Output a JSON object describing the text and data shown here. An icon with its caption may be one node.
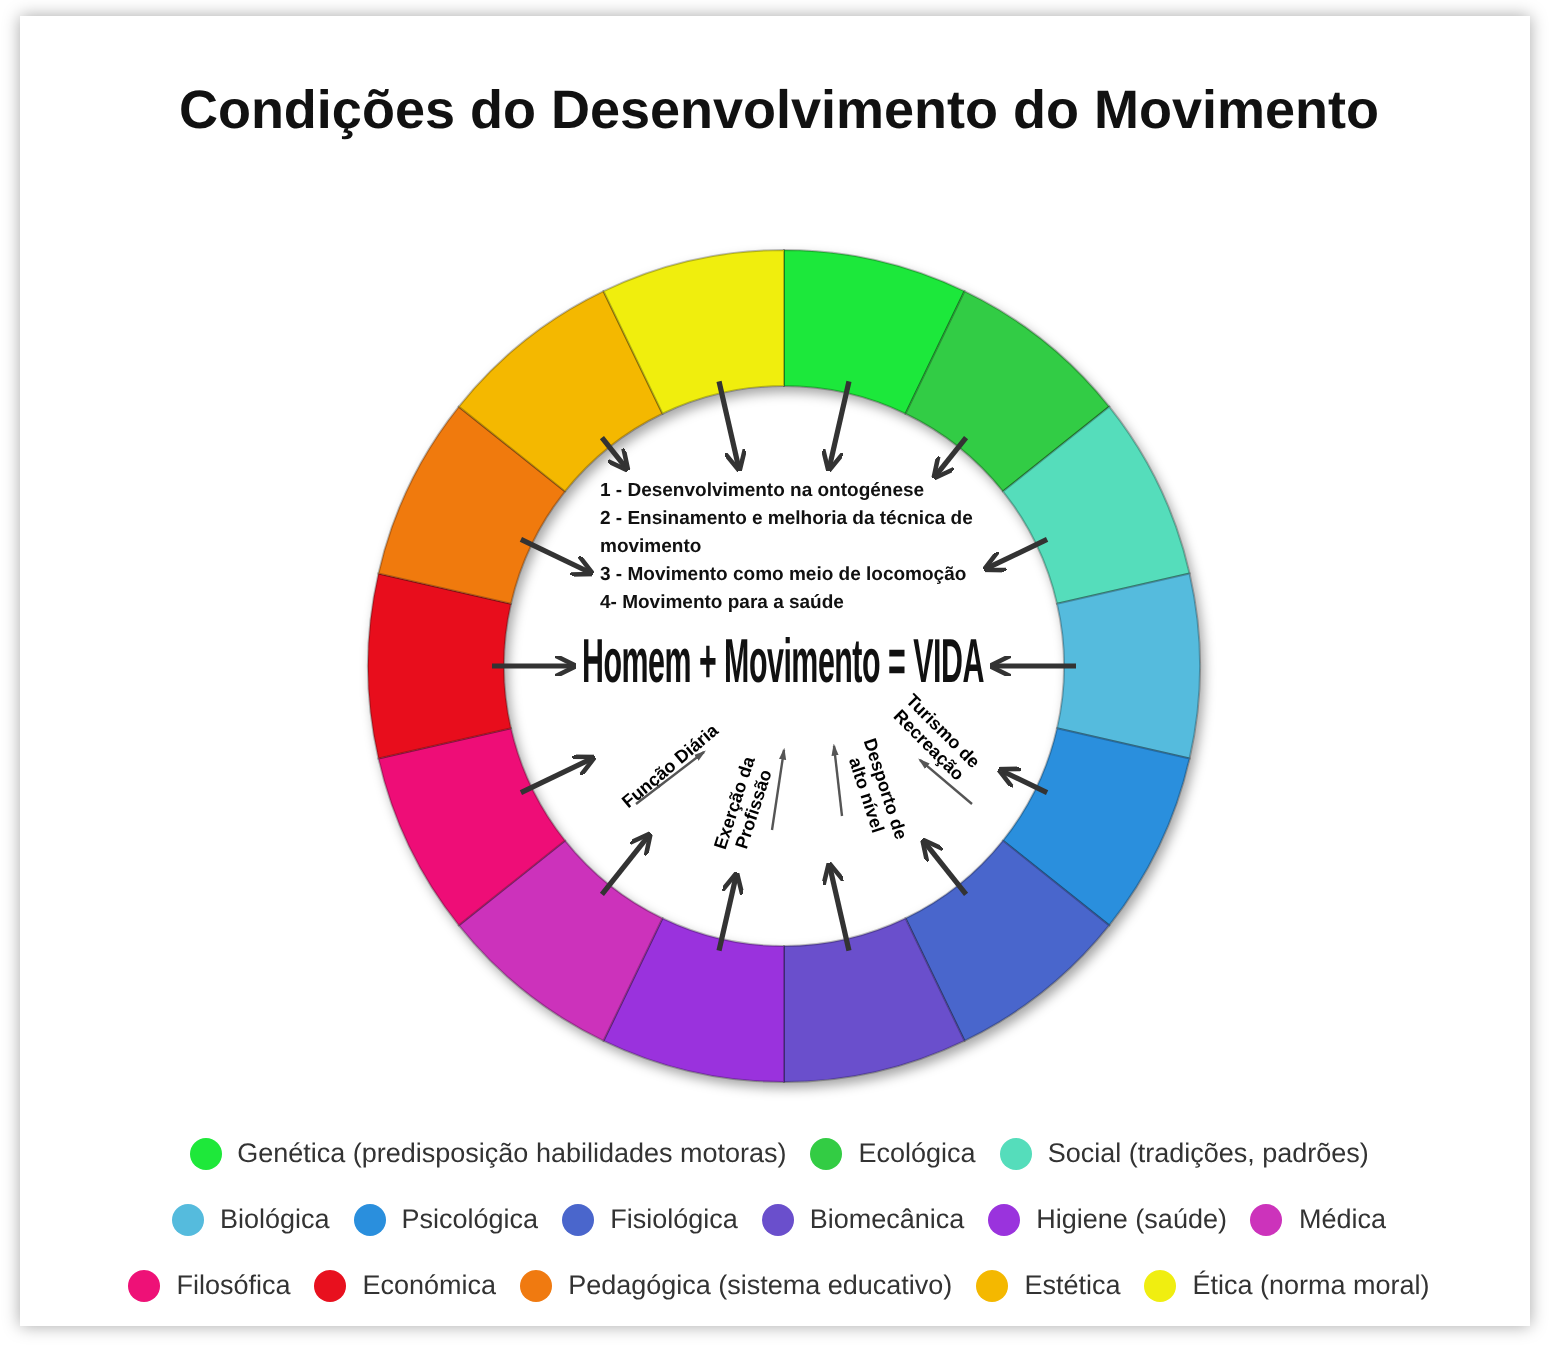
{
  "diagram": {
    "title": "Condições do Desenvolvimento do Movimento",
    "nodes": [
      {
        "text": [
          "1 - Desenvolvimento na ontogénese",
          "2 - Ensinamento e melhoria da técnica de movimento",
          "3 - Movimento como meio de locomoção",
          "4- Movimento para a saúde",
          "Homem + Movimento = VIDA"
        ]
      },
      {
        "text": [],
        "shape": "arc"
      },
      {
        "text": [],
        "shape": "arc"
      },
      {
        "text": [],
        "shape": "arc"
      },
      {
        "text": [],
        "shape": "arc"
      },
      {
        "text": [],
        "shape": "arc"
      },
      {
        "text": [],
        "shape": "arc"
      },
      {
        "text": [],
        "shape": "arc"
      },
      {
        "text": [],
        "shape": "arc"
      },
      {
        "text": [],
        "shape": "arc"
      },
      {
        "text": [],
        "shape": "arc"
      },
      {
        "text": [],
        "shape": "arc"
      },
      {
        "text": [],
        "shape": "arc"
      },
      {
        "text": [],
        "shape": "arc"
      },
      {
        "text": [],
        "shape": "arc"
      }
    ],
    "edges": [
      {
        "from": 1,
        "to": 0,
        "arrow": "to"
      },
      {
        "from": 2,
        "to": 0,
        "arrow": "to"
      },
      {
        "from": 3,
        "to": 0,
        "arrow": "to"
      },
      {
        "from": 4,
        "to": 0,
        "arrow": "to"
      },
      {
        "from": 5,
        "to": 0,
        "arrow": "to"
      },
      {
        "from": 6,
        "to": 0,
        "arrow": "to"
      },
      {
        "from": 7,
        "to": 0,
        "arrow": "to"
      },
      {
        "from": 8,
        "to": 0,
        "arrow": "to"
      },
      {
        "from": 9,
        "to": 0,
        "arrow": "to"
      },
      {
        "from": 10,
        "to": 0,
        "arrow": "to"
      },
      {
        "from": 11,
        "to": 0,
        "arrow": "to"
      },
      {
        "from": 12,
        "to": 0,
        "arrow": "to"
      },
      {
        "from": 13,
        "to": 0,
        "arrow": "to"
      },
      {
        "from": 14,
        "to": 0,
        "arrow": "to"
      }
    ],
    "labels": [
      "Função Diária",
      "Exerção da Profissão",
      "Desporto de alto nível",
      "Turismo de Recreação"
    ],
    "legend": [
      {
        "text": "Genética (predisposição habilidades motoras)",
        "color": "#1ee83a"
      },
      {
        "text": "Ecológica",
        "color": "#33cc44"
      },
      {
        "text": "Social (tradições, padrões)",
        "color": "#55ddbb"
      },
      {
        "text": "Biológica",
        "color": "#55bbdd"
      },
      {
        "text": "Psicológica",
        "color": "#2a8fdd"
      },
      {
        "text": "Fisiológica",
        "color": "#4a66cc"
      },
      {
        "text": "Biomecânica",
        "color": "#6a4fcc"
      },
      {
        "text": "Higiene (saúde)",
        "color": "#9a33dd"
      },
      {
        "text": "Médica",
        "color": "#cc33bb"
      },
      {
        "text": "Filosófica",
        "color": "#ee1177"
      },
      {
        "text": "Económica",
        "color": "#e8101e"
      },
      {
        "text": "Pedagógica (sistema educativo)",
        "color": "#f07a10"
      },
      {
        "text": "Estética",
        "color": "#f4b800"
      },
      {
        "text": "Ética (norma moral)",
        "color": "#f0ee10"
      }
    ]
  }
}
